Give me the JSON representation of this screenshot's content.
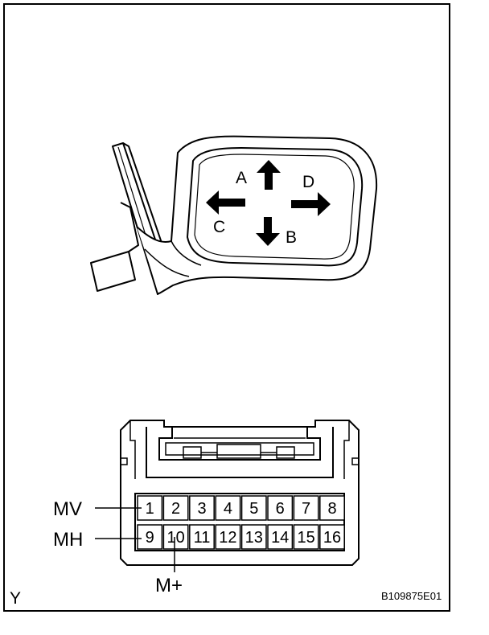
{
  "directions": {
    "up": "A",
    "down": "B",
    "left": "C",
    "right": "D"
  },
  "connector": {
    "top_row": [
      "1",
      "2",
      "3",
      "4",
      "5",
      "6",
      "7",
      "8"
    ],
    "bottom_row": [
      "9",
      "10",
      "11",
      "12",
      "13",
      "14",
      "15",
      "16"
    ],
    "callouts": {
      "mv": "MV",
      "mh": "MH",
      "mplus": "M+"
    }
  },
  "corner_letter": "Y",
  "figure_id": "B109875E01"
}
